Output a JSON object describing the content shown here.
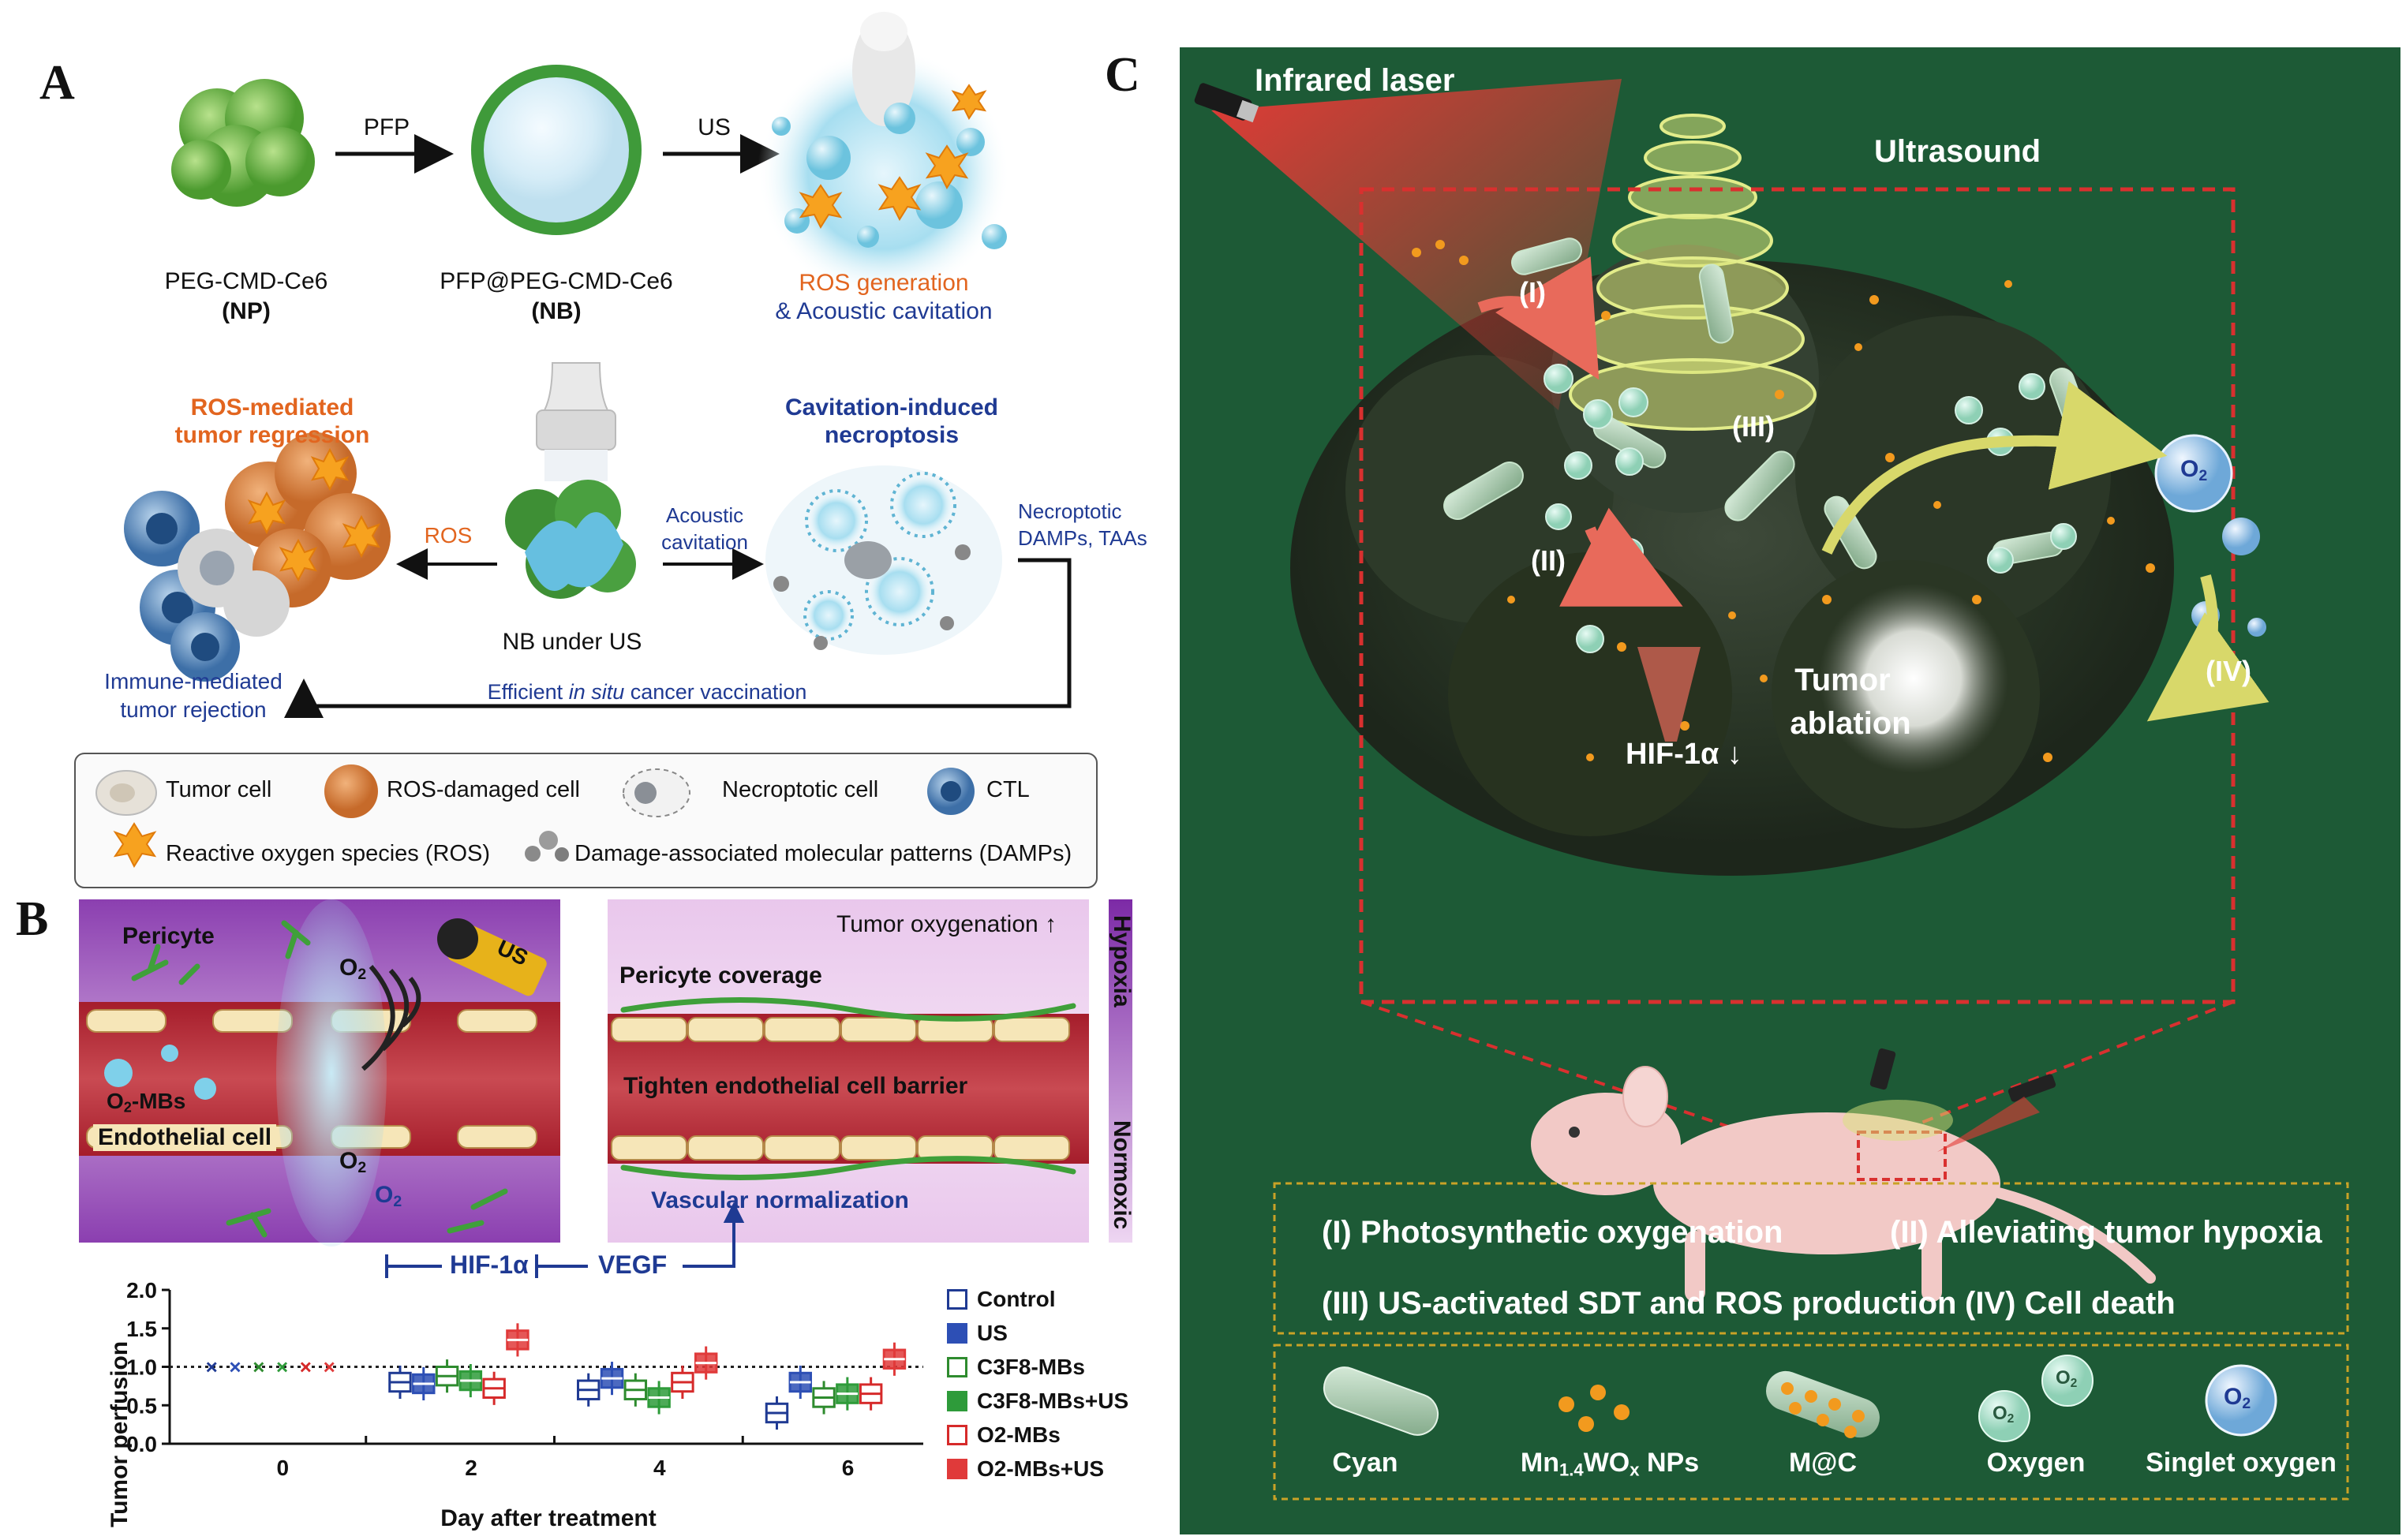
{
  "panels": {
    "a": "A",
    "b": "B",
    "c": "C"
  },
  "panel_a": {
    "np_name": "PEG-CMD-Ce6",
    "np_abbr": "(NP)",
    "arrow1": "PFP",
    "nb_name": "PFP@PEG-CMD-Ce6",
    "nb_abbr": "(NB)",
    "arrow2": "US",
    "ros_gen": "ROS generation",
    "acoustic_cav": "& Acoustic cavitation",
    "ros_regression_1": "ROS-mediated",
    "ros_regression_2": "tumor regression",
    "necroptosis_1": "Cavitation-induced",
    "necroptosis_2": "necroptosis",
    "ros_arrow": "ROS",
    "acoustic_arrow_1": "Acoustic",
    "acoustic_arrow_2": "cavitation",
    "nb_under_us": "NB under US",
    "necroptotic_1": "Necroptotic",
    "necroptotic_2": "DAMPs, TAAs",
    "immune_1": "Immune-mediated",
    "immune_2": "tumor rejection",
    "vaccination_pre": "Efficient ",
    "vaccination_em": "in situ",
    "vaccination_post": " cancer vaccination",
    "legend": {
      "tumor_cell": "Tumor cell",
      "ros_damaged": "ROS-damaged cell",
      "necroptotic": "Necroptotic cell",
      "ctl": "CTL",
      "ros": "Reactive oxygen species (ROS)",
      "damps": "Damage-associated molecular patterns (DAMPs)"
    }
  },
  "panel_b": {
    "pericyte": "Pericyte",
    "o2_a": "O",
    "o2_sub": "2",
    "us": "US",
    "o2mbs_pre": "O",
    "o2mbs_post": "-MBs",
    "endothelial": "Endothelial cell",
    "tumor_oxygenation": "Tumor oxygenation ↑",
    "pericyte_coverage": "Pericyte coverage",
    "tighten": "Tighten endothelial cell barrier",
    "vascular_norm": "Vascular normalization",
    "hypoxia": "Hypoxia",
    "normoxic": "Normoxic",
    "hif": "HIF-1α",
    "vegf": "VEGF"
  },
  "chart_data": {
    "type": "box",
    "xlabel": "Day after treatment",
    "ylabel": "Tumor perfusion",
    "categories": [
      "0",
      "2",
      "4",
      "6"
    ],
    "ylim": [
      0.0,
      2.0
    ],
    "yticks": [
      "0.0",
      "0.5",
      "1.0",
      "1.5",
      "2.0"
    ],
    "reference_line": 1.0,
    "series": [
      {
        "name": "Control",
        "color": "#1f3a93",
        "filled": false,
        "values": [
          1.0,
          0.8,
          0.7,
          0.4
        ]
      },
      {
        "name": "US",
        "color": "#2d4fb5",
        "filled": true,
        "values": [
          1.0,
          0.78,
          0.85,
          0.8
        ]
      },
      {
        "name": "C3F8-MBs",
        "color": "#2e8b2e",
        "filled": false,
        "values": [
          1.0,
          0.88,
          0.7,
          0.6
        ]
      },
      {
        "name": "C3F8-MBs+US",
        "color": "#2e9b3a",
        "filled": true,
        "values": [
          1.0,
          0.82,
          0.6,
          0.65
        ]
      },
      {
        "name": "O2-MBs",
        "color": "#d62a2a",
        "filled": false,
        "values": [
          1.0,
          0.72,
          0.8,
          0.65
        ]
      },
      {
        "name": "O2-MBs+US",
        "color": "#e03a3a",
        "filled": true,
        "values": [
          1.0,
          1.35,
          1.05,
          1.1
        ]
      }
    ],
    "legend_placement": "right"
  },
  "panel_c": {
    "infrared": "Infrared laser",
    "ultrasound": "Ultrasound",
    "step1": "(I)",
    "step2": "(II)",
    "step3": "(III)",
    "step4": "(IV)",
    "hif": "HIF-1α ↓",
    "tumor_ablation_1": "Tumor",
    "tumor_ablation_2": "ablation",
    "o2": "O",
    "o2_sub": "2",
    "desc1": "(I) Photosynthetic oxygenation",
    "desc2": "(II) Alleviating tumor hypoxia",
    "desc3": "(III) US-activated SDT and ROS production",
    "desc4": "(IV) Cell death",
    "legend": {
      "cyan": "Cyan",
      "mnwo_a": "Mn",
      "mnwo_sub1": "1.4",
      "mnwo_b": "WO",
      "mnwo_sub2": "x",
      "mnwo_c": " NPs",
      "mc": "M@C",
      "oxygen": "Oxygen",
      "singlet": "Singlet oxygen"
    }
  },
  "colors": {
    "panel_c_bg": "#1d5a36",
    "laser_red": "#d9302f",
    "ultrasound_yellow": "#d8e37a",
    "ros_orange": "#f29a1e",
    "nb_green": "#3e9a3a"
  }
}
